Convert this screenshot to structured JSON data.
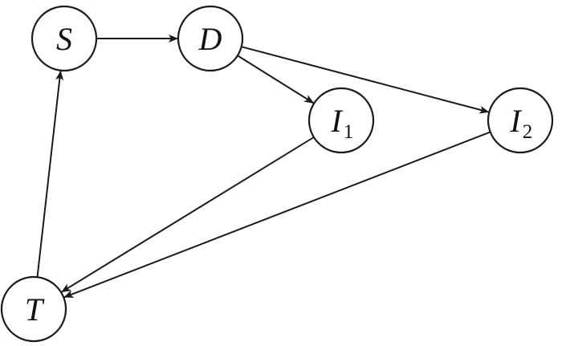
{
  "nodes": [
    {
      "id": "S",
      "label": "S",
      "sub": ""
    },
    {
      "id": "D",
      "label": "D",
      "sub": ""
    },
    {
      "id": "I1",
      "label": "I",
      "sub": "1"
    },
    {
      "id": "I2",
      "label": "I",
      "sub": "2"
    },
    {
      "id": "T",
      "label": "T",
      "sub": ""
    }
  ],
  "edges": [
    {
      "from": "S",
      "to": "D"
    },
    {
      "from": "D",
      "to": "I1"
    },
    {
      "from": "D",
      "to": "I2"
    },
    {
      "from": "I1",
      "to": "T"
    },
    {
      "from": "I2",
      "to": "T"
    },
    {
      "from": "T",
      "to": "S"
    }
  ],
  "colors": {
    "stroke": "#1a1a1a",
    "fill": "#ffffff",
    "text": "#111111"
  }
}
